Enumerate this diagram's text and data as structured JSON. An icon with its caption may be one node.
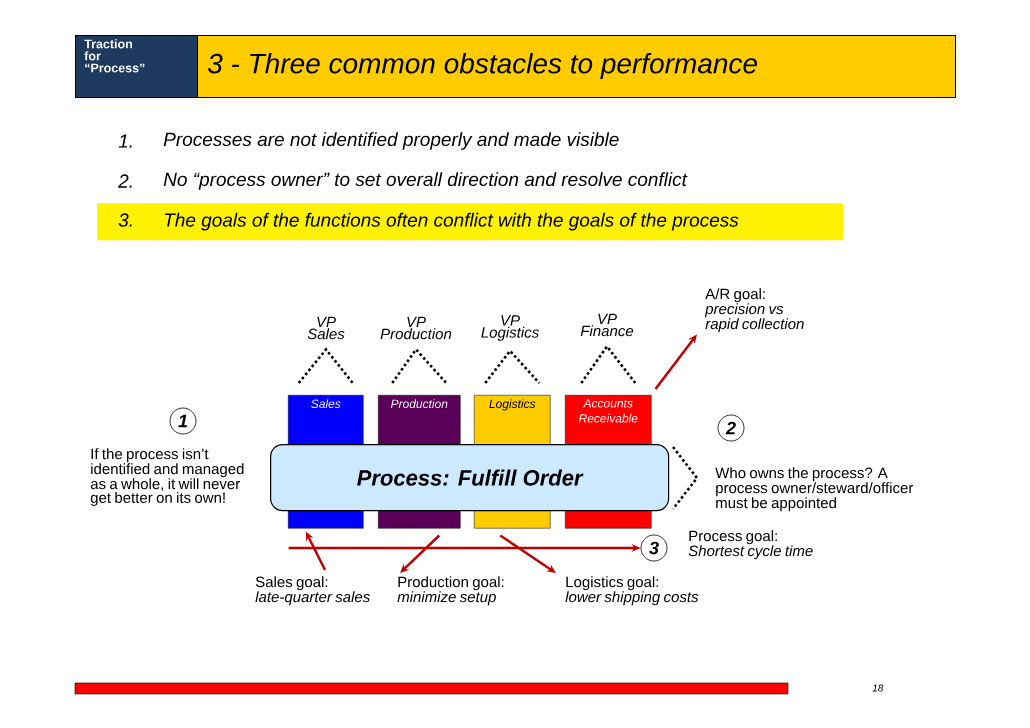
{
  "diagram": {
    "title": "3 - Three common obstacles to performance",
    "nodes": [
      {
        "text": [
          "Traction for “Process”"
        ]
      },
      {
        "text": [
          "3.",
          "The goals of the functions often conflict with the goals of the process"
        ]
      },
      {
        "text": [
          "VP Sales"
        ]
      },
      {
        "text": [
          "VP Production"
        ]
      },
      {
        "text": [
          "VP Logistics"
        ]
      },
      {
        "text": [
          "VP Finance"
        ]
      },
      {
        "text": [
          "Sales"
        ]
      },
      {
        "text": [
          "Production"
        ]
      },
      {
        "text": [
          "Logistics"
        ]
      },
      {
        "text": [
          "Accounts Receivable"
        ]
      },
      {
        "text": [
          "Process: Fulfill Order"
        ]
      },
      {
        "text": [
          "1"
        ],
        "beside": [
          "If the process isn’t identified and managed as a whole, it will never get better on its own!"
        ]
      },
      {
        "text": [
          "2"
        ]
      },
      {
        "text": [
          "3"
        ],
        "beside": [
          "Process goal:",
          "Shortest cycle time"
        ]
      },
      {
        "text": [
          "A/R goal:",
          "precision vs rapid collection"
        ]
      },
      {
        "text": [
          "Sales goal:",
          "late-quarter sales"
        ]
      },
      {
        "text": [
          "Production goal:",
          "minimize setup"
        ]
      },
      {
        "text": [
          "Logistics goal:",
          "lower shipping costs"
        ]
      }
    ],
    "edges": [
      {
        "from": 2,
        "to": 6,
        "arrow": "none",
        "style": "dashed",
        "color": "#000000"
      },
      {
        "from": 3,
        "to": 7,
        "arrow": "none",
        "style": "dashed",
        "color": "#000000"
      },
      {
        "from": 4,
        "to": 8,
        "arrow": "none",
        "style": "dashed",
        "color": "#000000"
      },
      {
        "from": 5,
        "to": 9,
        "arrow": "none",
        "style": "dashed",
        "color": "#000000"
      },
      {
        "from": 9,
        "to": 14,
        "arrow": "to"
      },
      {
        "from": 15,
        "to": 6,
        "arrow": "to"
      },
      {
        "from": 7,
        "to": 16,
        "arrow": "to"
      },
      {
        "from": 8,
        "to": 17,
        "arrow": "to"
      },
      {
        "from": null,
        "to": 13,
        "arrow": "to"
      }
    ],
    "labels": [
      "1.",
      "Processes are not identified properly and made visible",
      "2.",
      "No “process owner” to set overall direction and resolve conflict",
      "Who owns the process? A process owner/steward/officer must be appointed",
      "18"
    ]
  }
}
